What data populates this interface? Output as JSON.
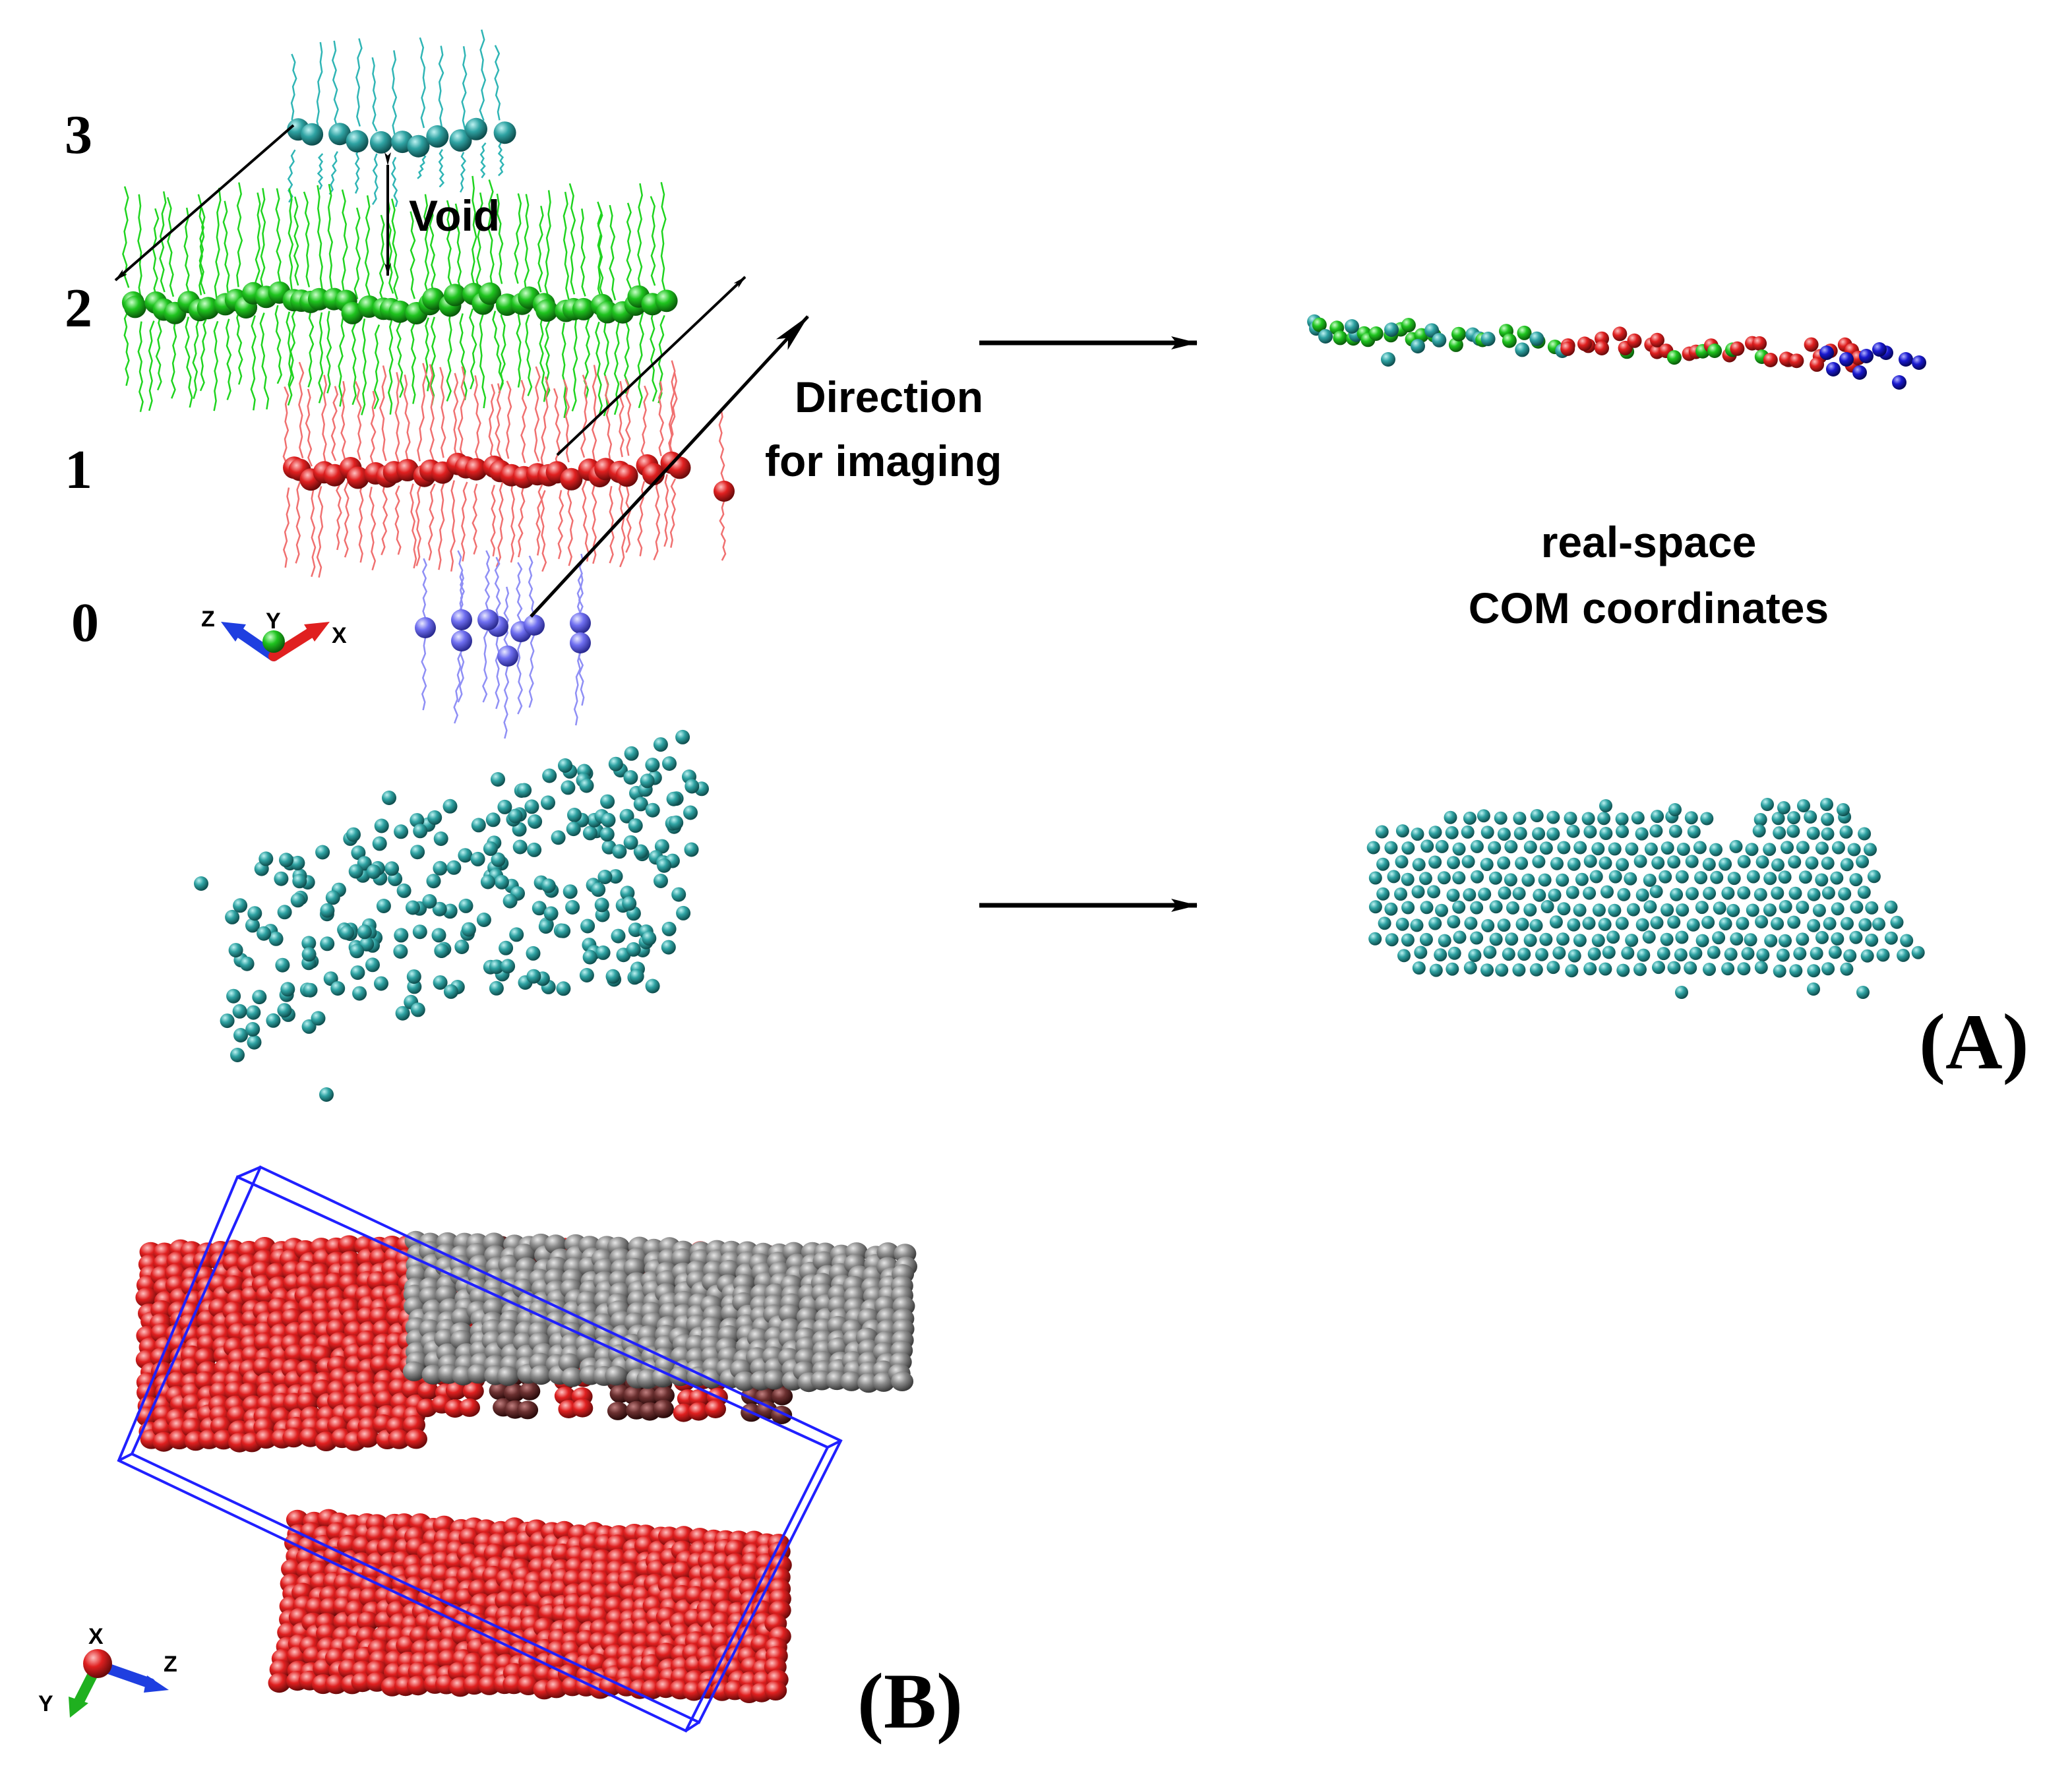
{
  "colors": {
    "background": "#ffffff",
    "layer_3": "#2fa3a3",
    "layer_2": "#1fc41f",
    "layer_1": "#e02020",
    "layer_0": "#6f6ff0",
    "projected_cyan": "#2fa3a3",
    "slab_red": "#cc1414",
    "slab_gray": "#8c8c8c",
    "overlap_dark": "#6b3030",
    "box_blue": "#2020ff",
    "arrow": "#000000",
    "axis_x": "#e02020",
    "axis_y": "#1fb01f",
    "axis_z": "#1f3fe0"
  },
  "panel_a": {
    "layer_labels": [
      "3",
      "2",
      "1",
      "0"
    ],
    "void_label": "Void",
    "direction_label": [
      "Direction",
      "for imaging"
    ],
    "projection_label": [
      "real-space",
      "COM coordinates"
    ],
    "panel_label": "(A)",
    "axes_top": {
      "z": "Z",
      "y": "Y",
      "x": "X"
    }
  },
  "panel_b": {
    "panel_label": "(B)",
    "axes": {
      "x": "X",
      "y": "Y",
      "z": "Z"
    }
  }
}
